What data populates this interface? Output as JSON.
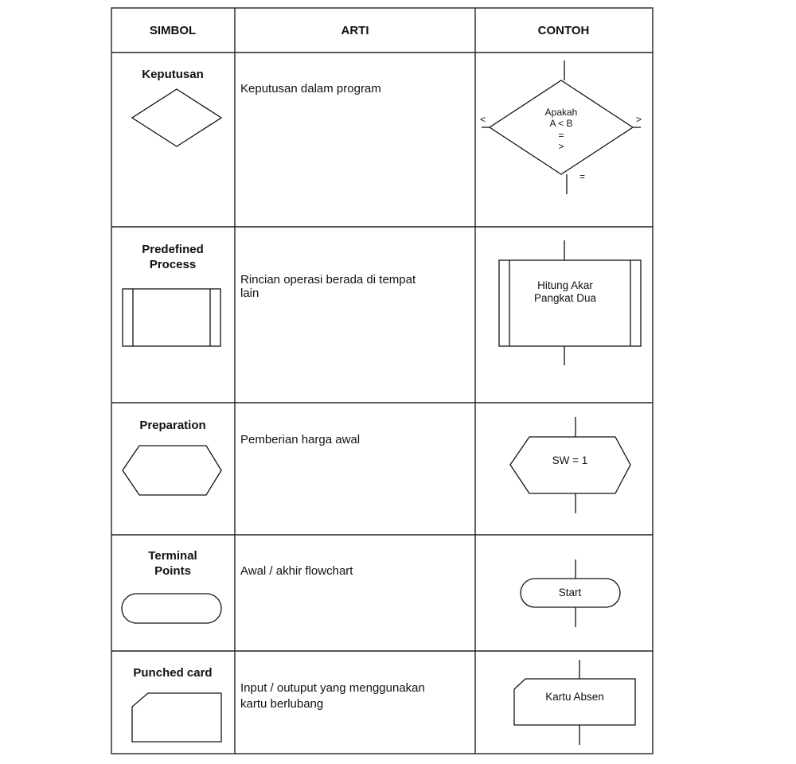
{
  "headers": {
    "symbol": "SIMBOL",
    "meaning": "ARTI",
    "example": "CONTOH"
  },
  "rows": [
    {
      "label_lines": [
        "Keputusan"
      ],
      "meaning_lines": [
        "Keputusan dalam program"
      ],
      "example": {
        "lines": [
          "Apakah",
          "A  <  B",
          "=",
          ">"
        ],
        "left": "<",
        "right": ">",
        "bottom": "="
      }
    },
    {
      "label_lines": [
        "Predefined",
        "Process"
      ],
      "meaning_lines": [
        "Rincian  operasi  berada  di  tempat",
        "lain"
      ],
      "example": {
        "lines": [
          "Hitung Akar",
          "Pangkat Dua"
        ]
      }
    },
    {
      "label_lines": [
        "Preparation"
      ],
      "meaning_lines": [
        "Pemberian harga awal"
      ],
      "example": {
        "lines": [
          "SW = 1"
        ]
      }
    },
    {
      "label_lines": [
        "Terminal",
        "Points"
      ],
      "meaning_lines": [
        "Awal / akhir flowchart"
      ],
      "example": {
        "lines": [
          "Start"
        ]
      }
    },
    {
      "label_lines": [
        "Punched card"
      ],
      "meaning_lines": [
        "Input / outuput yang menggunakan",
        "kartu berlubang"
      ],
      "example": {
        "lines": [
          "Kartu Absen"
        ]
      }
    }
  ]
}
